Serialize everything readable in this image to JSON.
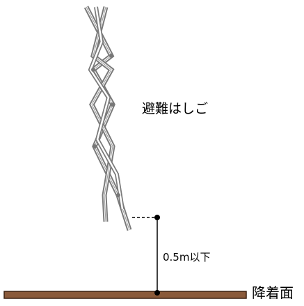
{
  "labels": {
    "ladder": "避難はしご",
    "distance": "0.5m以下",
    "ground": "降着面"
  },
  "colors": {
    "ground_fill": "#8a5a3a",
    "ground_stroke": "#3a2110",
    "rope_stroke": "#777777",
    "rope_fill": "#ffffff",
    "line": "#000000"
  }
}
